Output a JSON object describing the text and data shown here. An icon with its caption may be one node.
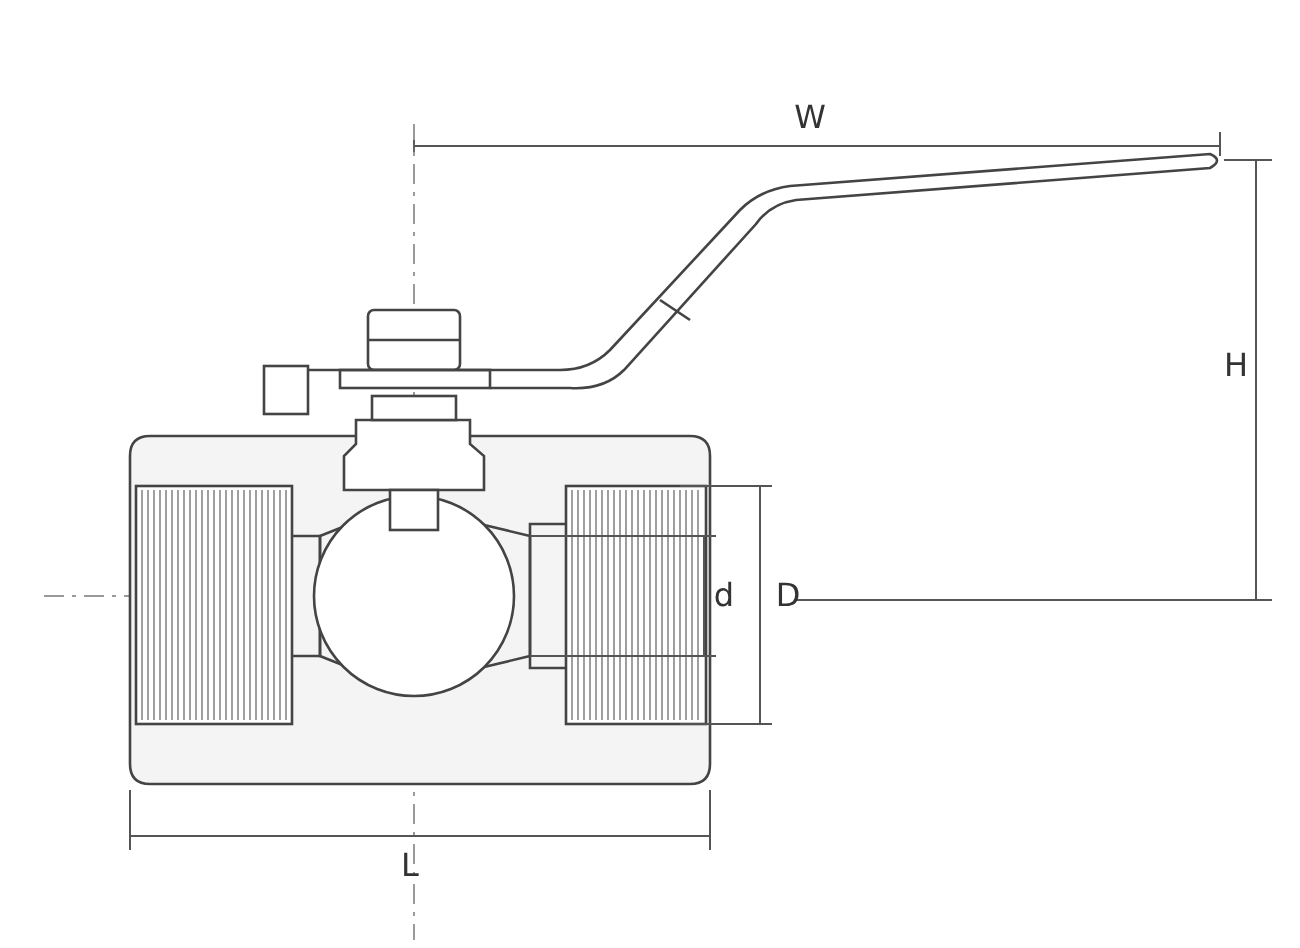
{
  "diagram": {
    "labels": [
      "W",
      "H",
      "d",
      "D",
      "L"
    ]
  }
}
